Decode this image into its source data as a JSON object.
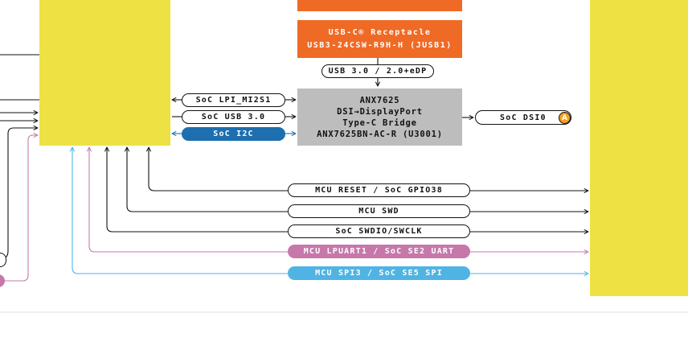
{
  "usb_receptacle": {
    "line1": "USB-C® Receptacle",
    "line2": "USB3-24CSW-R9H-H (JUSB1)"
  },
  "usb_signal": "USB 3.0 / 2.0+eDP",
  "bridge": {
    "line1": "ANX7625",
    "line2": "DSI→DisplayPort",
    "line3": "Type-C Bridge",
    "line4": "ANX7625BN-AC-R (U3001)"
  },
  "left_signals": {
    "i2s": "SoC LPI_MI2S1",
    "usb": "SoC USB 3.0",
    "i2c": "SoC I2C"
  },
  "dsi_signal": "SoC DSI0",
  "dsi_badge": "A",
  "mcu_signals": {
    "reset": "MCU RESET / SoC GPIO38",
    "swd": "MCU SWD",
    "swdio": "SoC SWDIO/SWCLK",
    "uart": "MCU LPUART1 / SoC SE2 UART",
    "spi": "MCU SPI3 / SoC SE5 SPI"
  },
  "colors": {
    "yellow": "#ede143",
    "orange": "#ef6a25",
    "gray": "#bdbdbd",
    "blue_dark": "#1d6fb0",
    "pink": "#c678ab",
    "light_blue": "#4fb4e4",
    "badge": "#f2a01e"
  }
}
